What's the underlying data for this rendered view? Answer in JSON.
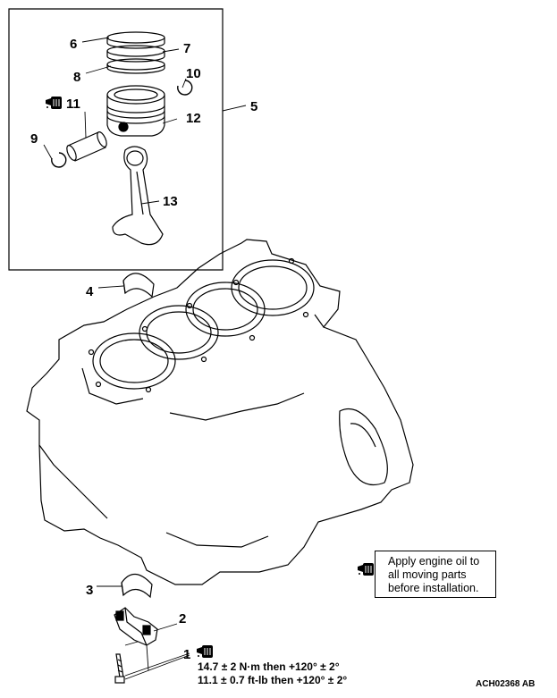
{
  "callouts": {
    "c1": "1",
    "c2": "2",
    "c3": "3",
    "c4": "4",
    "c5": "5",
    "c6": "6",
    "c7": "7",
    "c8": "8",
    "c9": "9",
    "c10": "10",
    "c11": "11",
    "c12": "12",
    "c13": "13"
  },
  "note": {
    "icon": "oil-can-icon",
    "lines": "Apply engine oil to\nall moving parts\nbefore installation."
  },
  "torque": {
    "line1": "14.7 ± 2 N·m then +120° ± 2°",
    "line2": "11.1 ± 0.7 ft-lb then +120° ± 2°"
  },
  "drawing_code": "ACH02368 AB"
}
